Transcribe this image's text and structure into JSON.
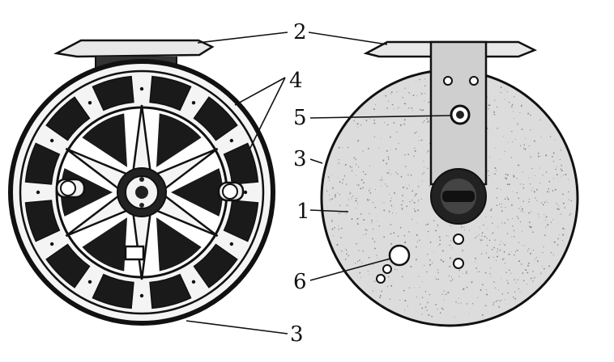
{
  "labels": {
    "part_1": "1",
    "part_2": "2",
    "part_3_side": "3",
    "part_3_bottom": "3",
    "part_4": "4",
    "part_5": "5",
    "part_6": "6"
  },
  "colors": {
    "ink": "#111111",
    "background": "#ffffff",
    "face_fill": "#d8d8d8",
    "metal_light": "#e8e8e8"
  }
}
